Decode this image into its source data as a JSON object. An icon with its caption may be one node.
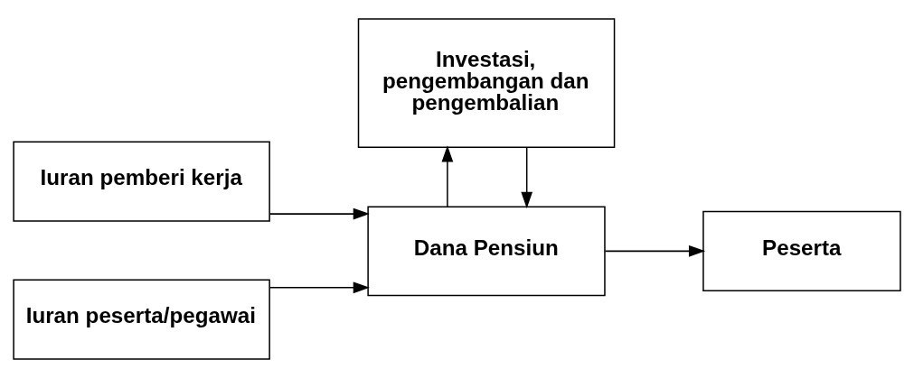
{
  "diagram": {
    "nodes": [
      {
        "text": [
          "Iuran pemberi kerja"
        ]
      },
      {
        "text": [
          "Iuran peserta/pegawai"
        ]
      },
      {
        "text": [
          "Dana Pensiun"
        ]
      },
      {
        "text": [
          "Peserta"
        ]
      },
      {
        "text": [
          "Investasi, pengembangan dan pengembalian"
        ]
      }
    ],
    "edges": [
      {
        "from": 0,
        "to": 2,
        "arrow": "to"
      },
      {
        "from": 1,
        "to": 2,
        "arrow": "to"
      },
      {
        "from": 2,
        "to": 3,
        "arrow": "to"
      },
      {
        "from": 4,
        "to": 2,
        "arrow": "to"
      },
      {
        "from": 2,
        "to": 4,
        "arrow": "to"
      }
    ]
  }
}
